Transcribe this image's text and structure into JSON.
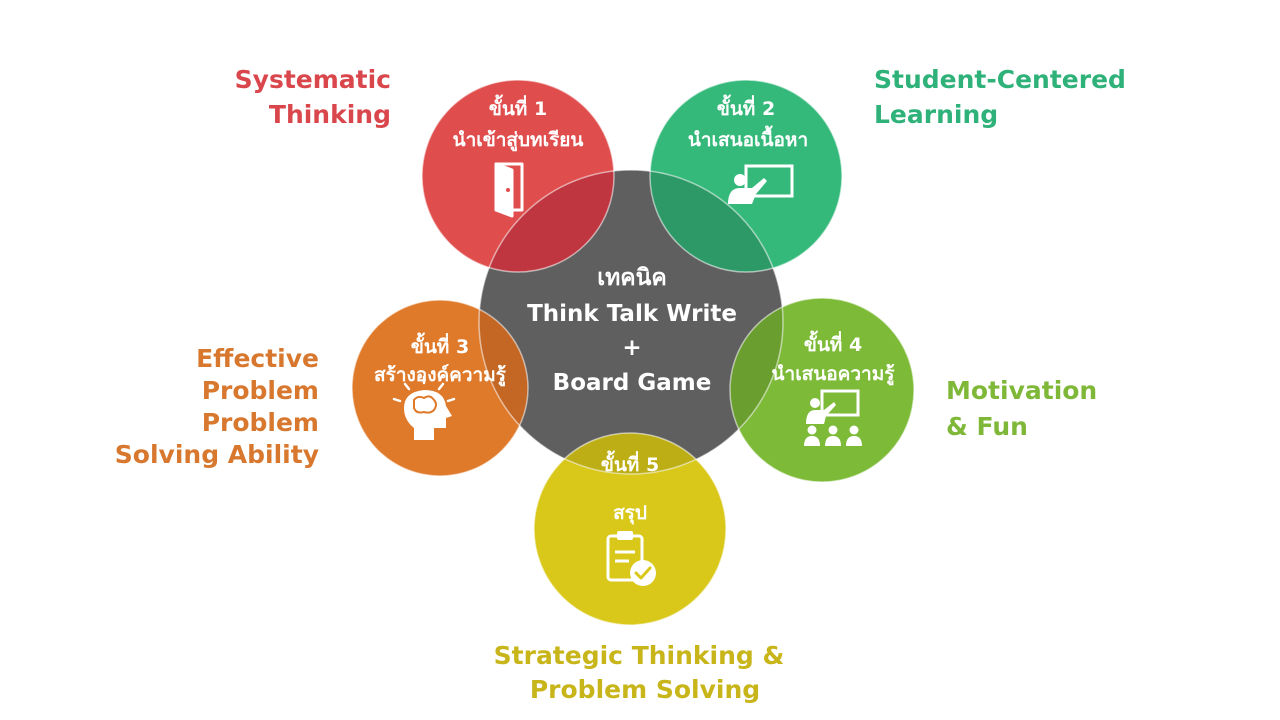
{
  "center": {
    "lines": [
      "เทคนิค",
      "Think Talk Write",
      "+",
      "Board Game"
    ],
    "color": "#5f5f5f"
  },
  "steps": [
    {
      "step": "ขั้นที่ 1",
      "title": "นำเข้าสู่บทเรียน",
      "icon": "door-icon",
      "color": "#e04d4d"
    },
    {
      "step": "ขั้นที่ 2",
      "title": "นำเสนอเนื้อหา",
      "icon": "presenter-icon",
      "color": "#34b97a"
    },
    {
      "step": "ขั้นที่ 3",
      "title": "สร้างองค์ความรู้",
      "icon": "brain-head-icon",
      "color": "#e07a2b"
    },
    {
      "step": "ขั้นที่ 4",
      "title": "นำเสนอความรู้",
      "icon": "classroom-icon",
      "color": "#7dba37"
    },
    {
      "step": "ขั้นที่ 5",
      "title": "สรุป",
      "icon": "clipboard-check-icon",
      "color": "#d9c819"
    }
  ],
  "labels": [
    {
      "lines": [
        "Systematic",
        "Thinking"
      ],
      "color": "#d9464b"
    },
    {
      "lines": [
        "Student-Centered",
        "Learning"
      ],
      "color": "#2fb27a"
    },
    {
      "lines": [
        "Effective",
        "Problem",
        "Problem",
        "Solving Ability"
      ],
      "color": "#d8782e"
    },
    {
      "lines": [
        "Motivation",
        "& Fun"
      ],
      "color": "#7fb838"
    },
    {
      "lines": [
        "Strategic Thinking &",
        "Problem Solving"
      ],
      "color": "#c8b51a"
    }
  ]
}
